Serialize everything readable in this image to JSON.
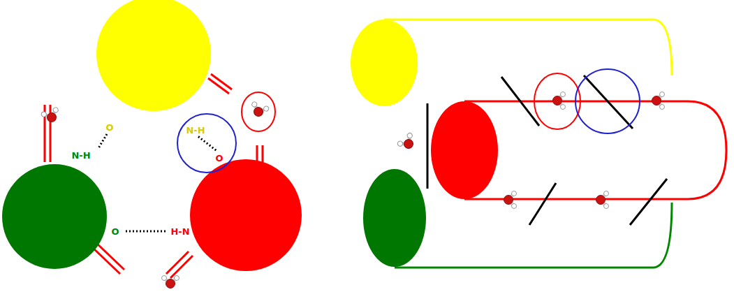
{
  "diagram": {
    "nodes": [
      {
        "text": [
          "N-H",
          "O"
        ]
      }
    ],
    "labels": [
      "O",
      "N-H",
      "O",
      "H-N"
    ]
  }
}
